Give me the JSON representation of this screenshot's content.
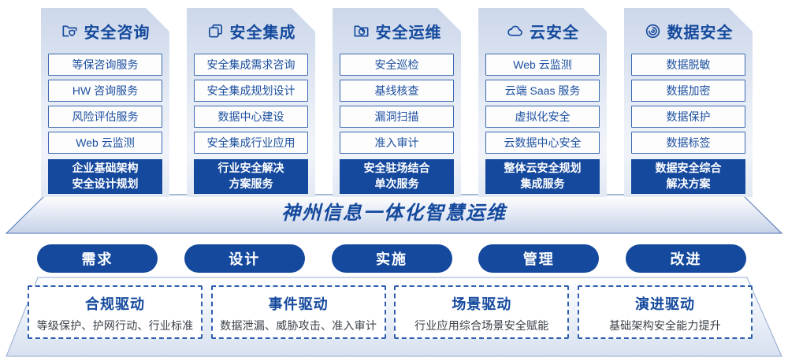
{
  "colors": {
    "primary": "#14499d",
    "box_border": "#3c69b0",
    "dark_box": "#15499e"
  },
  "columns": [
    {
      "title": "安全咨询",
      "icon": "folder-shield-icon",
      "items": [
        "等保咨询服务",
        "HW 咨询服务",
        "风险评估服务",
        "Web 云监测"
      ],
      "footer": "企业基础架构\n安全设计规划"
    },
    {
      "title": "安全集成",
      "icon": "stacked-documents-icon",
      "items": [
        "安全集成需求咨询",
        "安全集成规划设计",
        "数据中心建设",
        "安全集成行业应用"
      ],
      "footer": "行业安全解决\n方案服务"
    },
    {
      "title": "安全运维",
      "icon": "folder-pie-chart-icon",
      "items": [
        "安全巡检",
        "基线核查",
        "漏洞扫描",
        "准入审计"
      ],
      "footer": "安全驻场结合\n单次服务"
    },
    {
      "title": "云安全",
      "icon": "cloud-icon",
      "items": [
        "Web 云监测",
        "云端 Saas 服务",
        "虚拟化安全",
        "云数据中心安全"
      ],
      "footer": "整体云安全规划\n集成服务"
    },
    {
      "title": "数据安全",
      "icon": "fingerprint-disc-icon",
      "items": [
        "数据脱敏",
        "数据加密",
        "数据保护",
        "数据标签"
      ],
      "footer": "数据安全综合\n解决方案"
    }
  ],
  "banner": {
    "title": "神州信息一体化智慧运维"
  },
  "pills": [
    "需求",
    "设计",
    "实施",
    "管理",
    "改进"
  ],
  "drivers": [
    {
      "title": "合规驱动",
      "desc": "等级保护、护网行动、行业标准"
    },
    {
      "title": "事件驱动",
      "desc": "数据泄漏、威胁攻击、准入审计"
    },
    {
      "title": "场景驱动",
      "desc": "行业应用综合场景安全赋能"
    },
    {
      "title": "演进驱动",
      "desc": "基础架构安全能力提升"
    }
  ]
}
